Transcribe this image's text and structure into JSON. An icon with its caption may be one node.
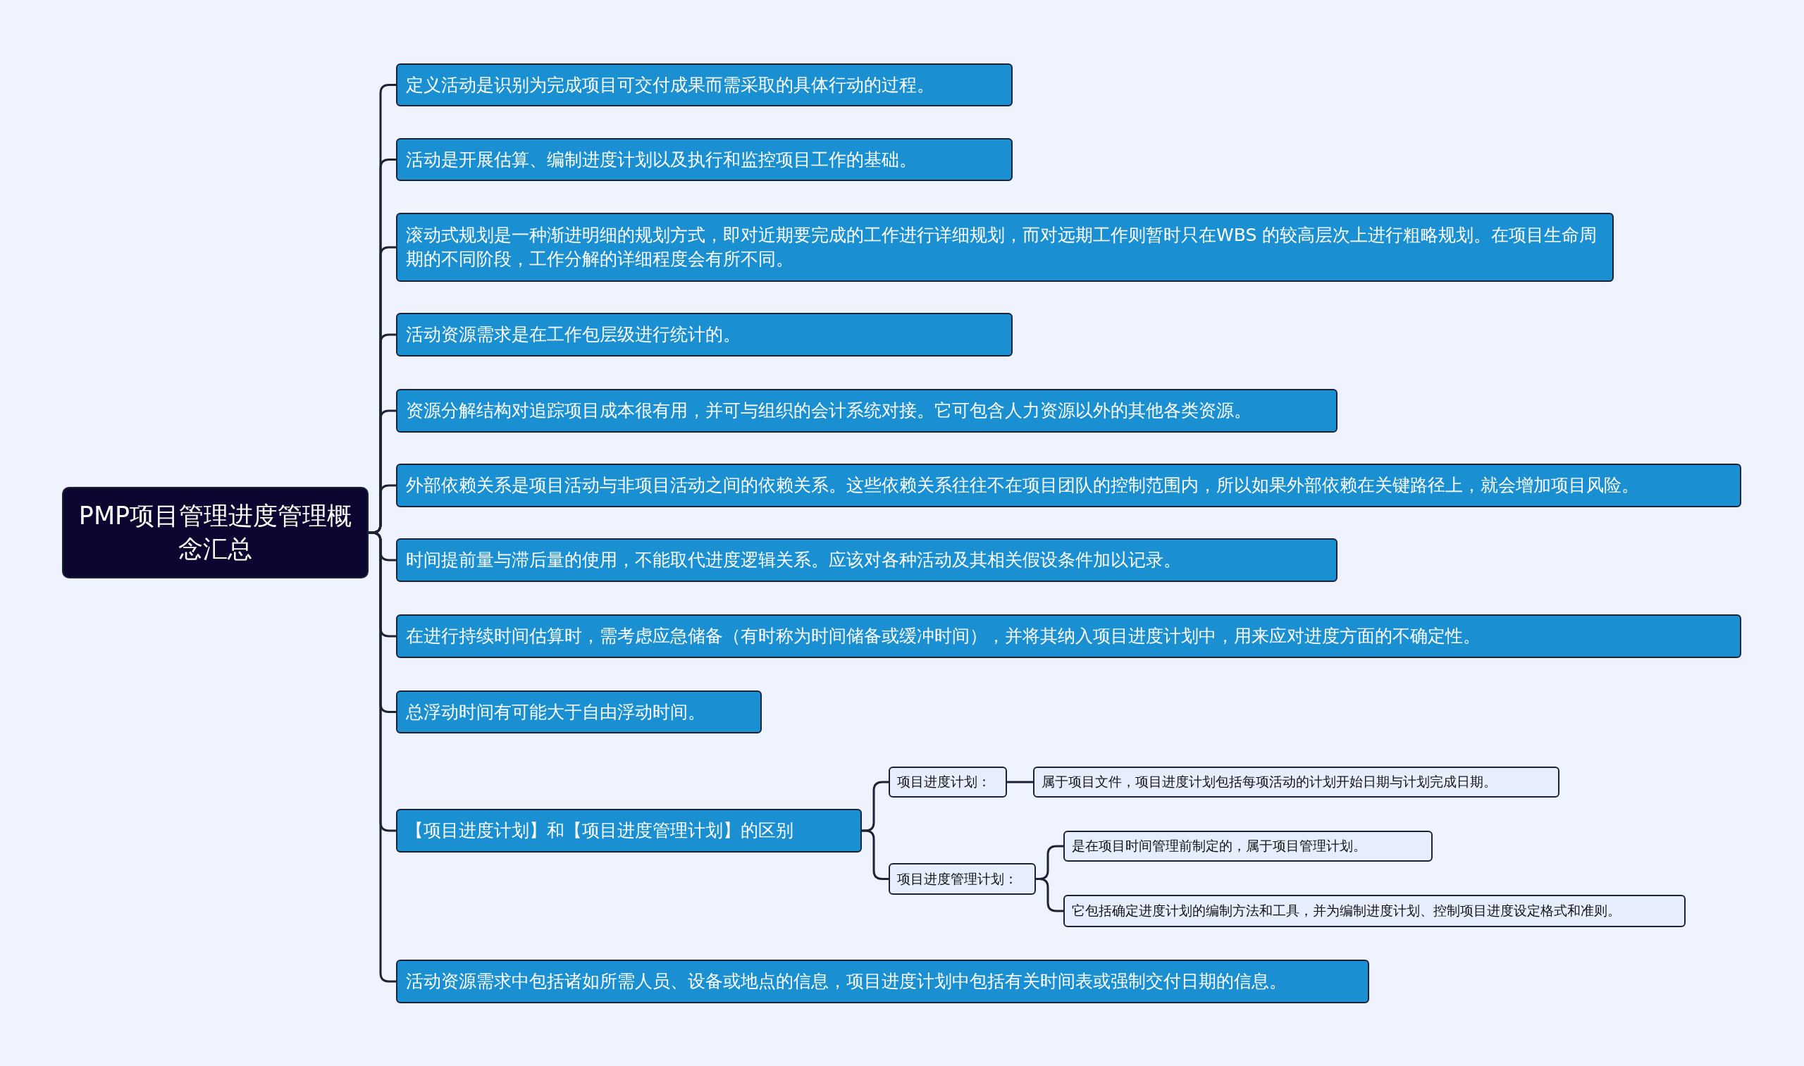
{
  "diagram": {
    "nodes": [
      {
        "text": [
          "PMP项目管理进度管理概念汇总"
        ]
      },
      {
        "text": [
          "定义活动是识别为完成项目可交付成果而需采取的具体行动的过程。"
        ]
      },
      {
        "text": [
          "活动是开展估算、编制进度计划以及执行和监控项目工作的基础。"
        ]
      },
      {
        "text": [
          "滚动式规划是一种渐进明细的规划方式，即对近期要完成的工作进行详细规划，而对远期工作则暂时只在WBS 的较高层次上进行粗略规划。在项目生命周期的不同阶段，工作分解的详细程度会有所不同。"
        ]
      },
      {
        "text": [
          "活动资源需求是在工作包层级进行统计的。"
        ]
      },
      {
        "text": [
          "资源分解结构对追踪项目成本很有用，并可与组织的会计系统对接。它可包含人力资源以外的其他各类资源。"
        ]
      },
      {
        "text": [
          "外部依赖关系是项目活动与非项目活动之间的依赖关系。这些依赖关系往往不在项目团队的控制范围内，所以如果外部依赖在关键路径上，就会增加项目风险。"
        ]
      },
      {
        "text": [
          "时间提前量与滞后量的使用，不能取代进度逻辑关系。应该对各种活动及其相关假设条件加以记录。"
        ]
      },
      {
        "text": [
          "在进行持续时间估算时，需考虑应急储备（有时称为时间储备或缓冲时间），并将其纳入项目进度计划中，用来应对进度方面的不确定性。"
        ]
      },
      {
        "text": [
          "总浮动时间有可能大于自由浮动时间。"
        ]
      },
      {
        "text": [
          "【项目进度计划】和【项目进度管理计划】的区别"
        ]
      },
      {
        "text": [
          "项目进度计划："
        ]
      },
      {
        "text": [
          "属于项目文件，项目进度计划包括每项活动的计划开始日期与计划完成日期。"
        ]
      },
      {
        "text": [
          "项目进度管理计划："
        ]
      },
      {
        "text": [
          "是在项目时间管理前制定的，属于项目管理计划。"
        ]
      },
      {
        "text": [
          "它包括确定进度计划的编制方法和工具，并为编制进度计划、控制项目进度设定格式和准则。"
        ]
      },
      {
        "text": [
          "活动资源需求中包括诸如所需人员、设备或地点的信息，项目进度计划中包括有关时间表或强制交付日期的信息。"
        ]
      }
    ],
    "edges": [
      {
        "from": 0,
        "to": 1,
        "arrow": "none"
      },
      {
        "from": 0,
        "to": 2,
        "arrow": "none"
      },
      {
        "from": 0,
        "to": 3,
        "arrow": "none"
      },
      {
        "from": 0,
        "to": 4,
        "arrow": "none"
      },
      {
        "from": 0,
        "to": 5,
        "arrow": "none"
      },
      {
        "from": 0,
        "to": 6,
        "arrow": "none"
      },
      {
        "from": 0,
        "to": 7,
        "arrow": "none"
      },
      {
        "from": 0,
        "to": 8,
        "arrow": "none"
      },
      {
        "from": 0,
        "to": 9,
        "arrow": "none"
      },
      {
        "from": 0,
        "to": 10,
        "arrow": "none"
      },
      {
        "from": 10,
        "to": 11,
        "arrow": "none"
      },
      {
        "from": 11,
        "to": 12,
        "arrow": "none"
      },
      {
        "from": 10,
        "to": 13,
        "arrow": "none"
      },
      {
        "from": 13,
        "to": 14,
        "arrow": "none"
      },
      {
        "from": 13,
        "to": 15,
        "arrow": "none"
      },
      {
        "from": 0,
        "to": 16,
        "arrow": "none"
      }
    ]
  }
}
